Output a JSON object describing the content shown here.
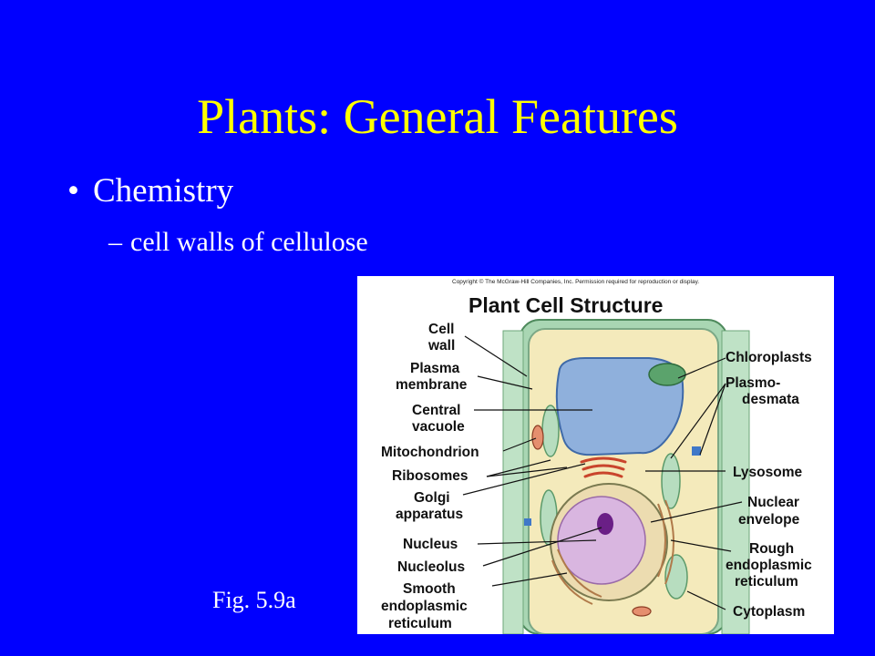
{
  "slide": {
    "title": "Plants: General Features",
    "bullet": "Chemistry",
    "sub_bullet": "cell walls of cellulose",
    "bullet_marker": "•",
    "sub_marker": "–",
    "caption": "Fig. 5.9a"
  },
  "figure": {
    "copyright": "Copyright © The McGraw-Hill Companies, Inc. Permission required for reproduction or display.",
    "title": "Plant Cell Structure",
    "labels_left": [
      [
        "Cell",
        "wall"
      ],
      [
        "Plasma",
        "membrane"
      ],
      [
        "Central",
        "vacuole"
      ],
      [
        "Mitochondrion"
      ],
      [
        "Ribosomes"
      ],
      [
        "Golgi",
        "apparatus"
      ],
      [
        "Nucleus"
      ],
      [
        "Nucleolus"
      ],
      [
        "Smooth",
        "endoplasmic",
        "reticulum"
      ]
    ],
    "labels_right": [
      [
        "Chloroplasts"
      ],
      [
        "Plasmo-",
        "desmata"
      ],
      [
        "Lysosome"
      ],
      [
        "Nuclear",
        "envelope"
      ],
      [
        "Rough",
        "endoplasmic",
        "reticulum"
      ],
      [
        "Cytoplasm"
      ]
    ]
  },
  "colors": {
    "background": "#0000ff",
    "title": "#ffff00",
    "body_text": "#ffffff",
    "cell_wall": "#a9d6b3",
    "cytoplasm": "#f4eabb",
    "vacuole": "#8fb0dc",
    "nucleus": "#d9b6e0"
  }
}
